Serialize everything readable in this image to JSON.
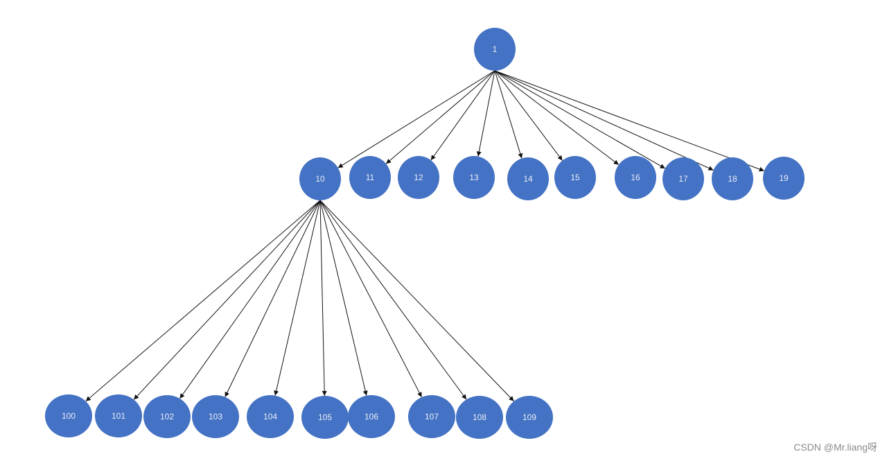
{
  "diagram": {
    "node_color": "#4472c4",
    "edge_color": "#111111",
    "root": {
      "id": "n1",
      "label": "1"
    },
    "level1": [
      {
        "id": "n10",
        "label": "10"
      },
      {
        "id": "n11",
        "label": "11"
      },
      {
        "id": "n12",
        "label": "12"
      },
      {
        "id": "n13",
        "label": "13"
      },
      {
        "id": "n14",
        "label": "14"
      },
      {
        "id": "n15",
        "label": "15"
      },
      {
        "id": "n16",
        "label": "16"
      },
      {
        "id": "n17",
        "label": "17"
      },
      {
        "id": "n18",
        "label": "18"
      },
      {
        "id": "n19",
        "label": "19"
      }
    ],
    "level2": [
      {
        "id": "n100",
        "label": "100"
      },
      {
        "id": "n101",
        "label": "101"
      },
      {
        "id": "n102",
        "label": "102"
      },
      {
        "id": "n103",
        "label": "103"
      },
      {
        "id": "n104",
        "label": "104"
      },
      {
        "id": "n105",
        "label": "105"
      },
      {
        "id": "n106",
        "label": "106"
      },
      {
        "id": "n107",
        "label": "107"
      },
      {
        "id": "n108",
        "label": "108"
      },
      {
        "id": "n109",
        "label": "109"
      }
    ],
    "edges": [
      [
        "n1",
        "n10"
      ],
      [
        "n1",
        "n11"
      ],
      [
        "n1",
        "n12"
      ],
      [
        "n1",
        "n13"
      ],
      [
        "n1",
        "n14"
      ],
      [
        "n1",
        "n15"
      ],
      [
        "n1",
        "n16"
      ],
      [
        "n1",
        "n17"
      ],
      [
        "n1",
        "n18"
      ],
      [
        "n1",
        "n19"
      ],
      [
        "n10",
        "n100"
      ],
      [
        "n10",
        "n101"
      ],
      [
        "n10",
        "n102"
      ],
      [
        "n10",
        "n103"
      ],
      [
        "n10",
        "n104"
      ],
      [
        "n10",
        "n105"
      ],
      [
        "n10",
        "n106"
      ],
      [
        "n10",
        "n107"
      ],
      [
        "n10",
        "n108"
      ],
      [
        "n10",
        "n109"
      ]
    ]
  },
  "watermark": "CSDN @Mr.liang呀"
}
